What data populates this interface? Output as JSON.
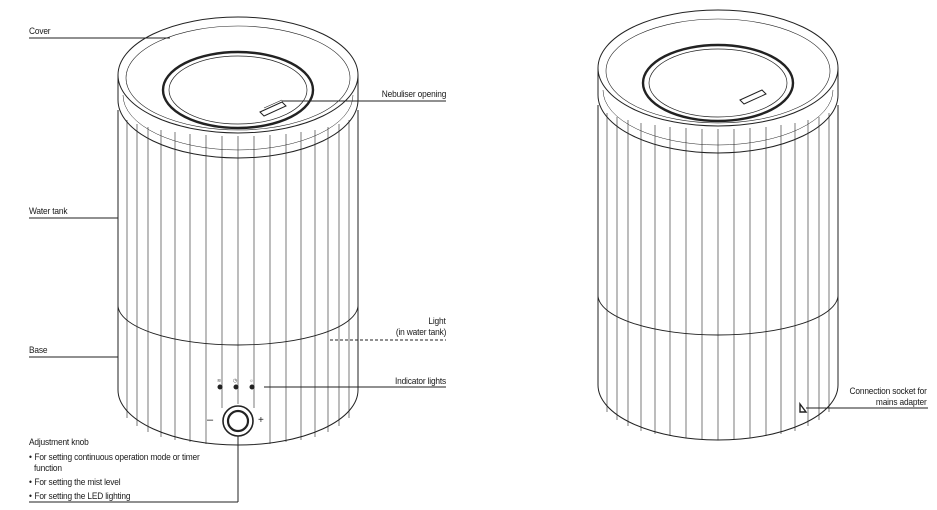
{
  "labels": {
    "cover": "Cover",
    "nebuliser_opening": "Nebuliser opening",
    "water_tank": "Water tank",
    "light": "Light",
    "light_sub": "(in water tank)",
    "base": "Base",
    "indicator_lights": "Indicator lights",
    "adjustment_knob": "Adjustment knob",
    "knob_minus": "–",
    "knob_plus": "+",
    "connection_socket_line1": "Connection socket for",
    "connection_socket_line2": "mains adapter"
  },
  "knob_functions": [
    "For setting continuous operation mode or timer",
    "function",
    "For setting the mist level",
    "For setting the LED lighting"
  ]
}
